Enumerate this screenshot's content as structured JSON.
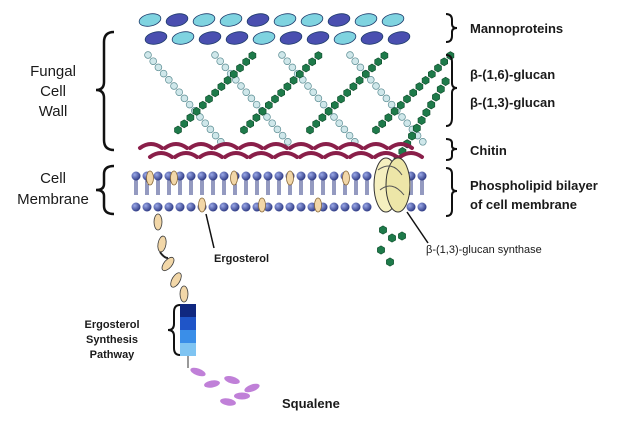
{
  "labels": {
    "mannoproteins": "Mannoproteins",
    "beta16": "β-(1,6)-glucan",
    "beta13": "β-(1,3)-glucan",
    "chitin": "Chitin",
    "phospholipid_line1": "Phospholipid bilayer",
    "phospholipid_line2": "of cell membrane",
    "fungal_line1": "Fungal",
    "fungal_line2": "Cell",
    "fungal_line3": "Wall",
    "cell_line1": "Cell",
    "cell_line2": "Membrane",
    "ergosterol": "Ergosterol",
    "synthase": "β-(1,3)-glucan synthase",
    "pathway_line1": "Ergosterol",
    "pathway_line2": "Synthesis",
    "pathway_line3": "Pathway",
    "squalene": "Squalene"
  },
  "colors": {
    "mannoprotein_light": "#7fd3e0",
    "mannoprotein_dark": "#4a4fb0",
    "glucan_16": "#cfe7ea",
    "glucan_13": "#1e7a4a",
    "chitin": "#8a1f4a",
    "lipid_head": "#3c4c9a",
    "ergosterol": "#f2d7a8",
    "synthase": "#f5efbf",
    "squalene": "#c080d8",
    "pathway_steps": [
      "#102880",
      "#1f55c8",
      "#3a8ee8",
      "#7fc4f2"
    ]
  }
}
